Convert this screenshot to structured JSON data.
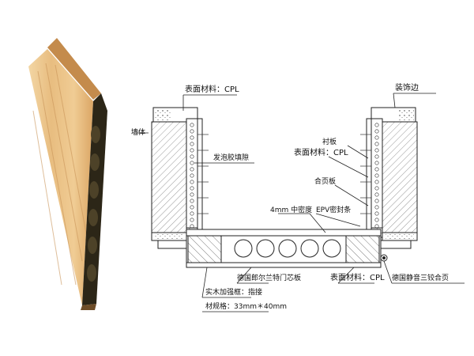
{
  "labels": {
    "surface_left": "表面材料：CPL",
    "surface_mid": "表面材料：CPL",
    "surface_bottom": "表面材料：CPL",
    "wall": "墙体",
    "foam": "发泡胶填隙",
    "trim": "装饰边",
    "liner": "衬板",
    "hinge_plate": "合页板",
    "density": "4mm 中密度",
    "epv_seal": "EPV密封条",
    "core": "德国郎尔兰特门芯板",
    "hinge": "德国静音三铰合页",
    "frame": "实木加强框：指接",
    "spec": "材规格：33mm＊40mm"
  },
  "colors": {
    "wood_light": "#e9c48c",
    "wood_mid": "#d9a868",
    "wood_edge": "#9a6a36",
    "core_dark": "#2a2418",
    "line": "#222222"
  }
}
